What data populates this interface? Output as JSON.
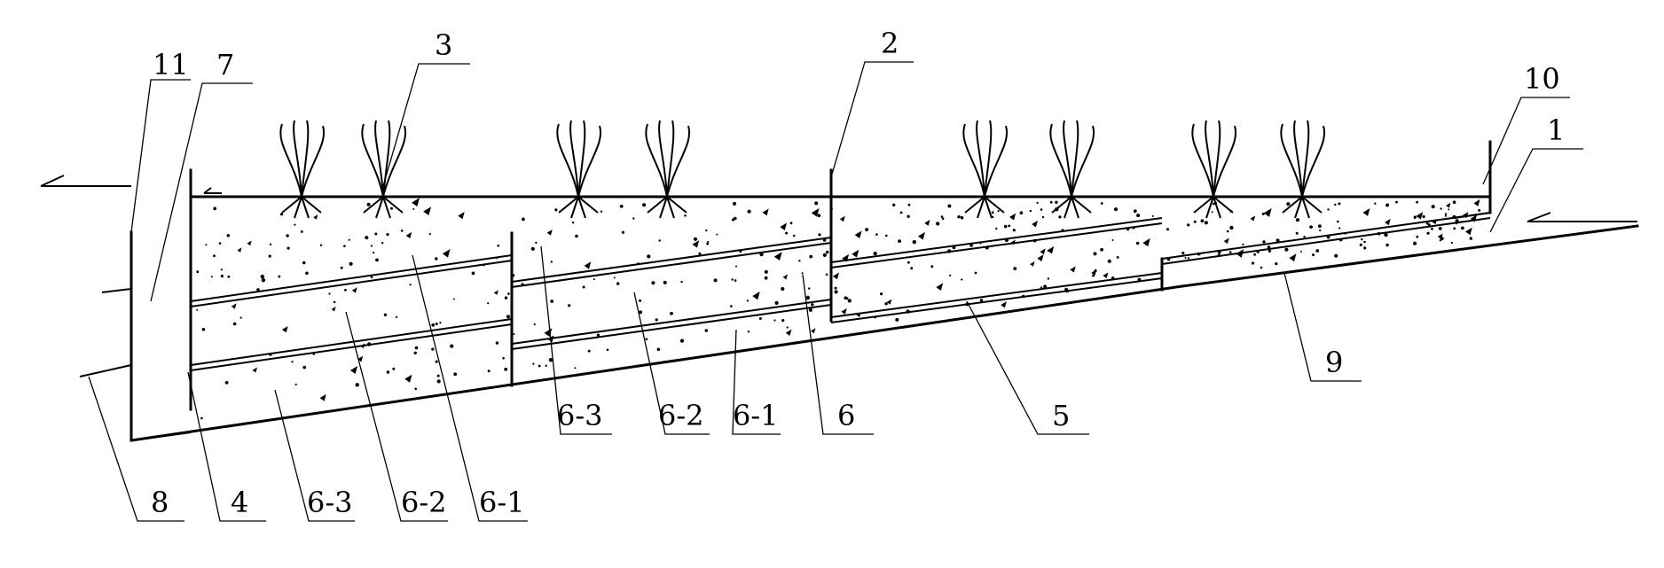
{
  "figure": {
    "labels": {
      "l1": "1",
      "l2": "2",
      "l3": "3",
      "l4": "4",
      "l5": "5",
      "l6": "6",
      "l6_1_a": "6-1",
      "l6_1_b": "6-1",
      "l6_2_a": "6-2",
      "l6_2_b": "6-2",
      "l6_3_a": "6-3",
      "l6_3_b": "6-3",
      "l7": "7",
      "l8": "8",
      "l9": "9",
      "l10": "10",
      "l11": "11"
    },
    "icons": [
      "arrow-left-icon",
      "arrow-left-inflow-icon",
      "plant-icon",
      "gravel-dot-icon"
    ],
    "colors": {
      "line": "#000000",
      "background": "#ffffff"
    }
  }
}
